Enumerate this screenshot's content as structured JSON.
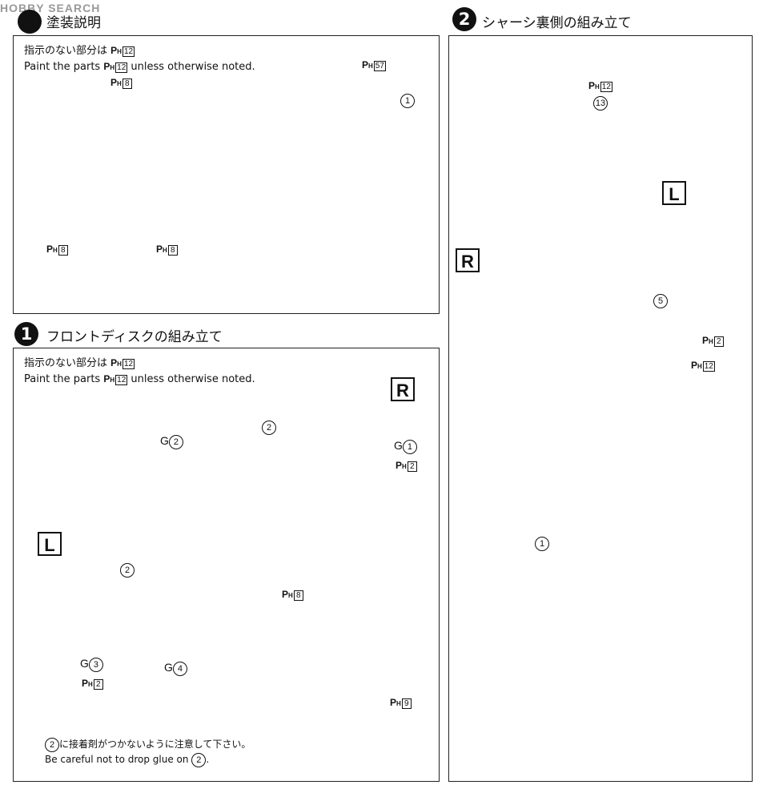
{
  "watermark": {
    "text": "HOBBY SEARCH"
  },
  "paint_section": {
    "title": "塗装説明",
    "note_jp": "指示のない部分は",
    "note_en_prefix": "Paint the parts",
    "note_en_suffix": "unless otherwise noted.",
    "default_paint": "12",
    "swatch_paint": "57",
    "part_number": "1",
    "callouts": [
      "8",
      "8",
      "8"
    ]
  },
  "ph_prefix": {
    "p": "P",
    "h": "H"
  },
  "step1": {
    "number": "1",
    "title": "フロントディスクの組み立て",
    "note_jp": "指示のない部分は",
    "note_en_prefix": "Paint the parts",
    "note_en_suffix": "unless otherwise noted.",
    "default_paint": "12",
    "side_r": "R",
    "side_l": "L",
    "labels": {
      "g2_prefix": "G",
      "g2": "2",
      "g1_prefix": "G",
      "g1": "1",
      "g3_prefix": "G",
      "g3": "3",
      "g4_prefix": "G",
      "g4": "4",
      "pin_r": "2",
      "pin_l": "2"
    },
    "paints": {
      "r_strut": "2",
      "l_strut": "2",
      "detail_disc": "8",
      "detail_caliper": "9"
    },
    "caution_jp_after": "に接着剤がつかないように注意して下さい。",
    "caution_part": "2",
    "caution_en_prefix": "Be careful not to drop glue on",
    "caution_en_suffix": "."
  },
  "step2": {
    "number": "2",
    "title": "シャーシ裏側の組み立て",
    "side_r": "R",
    "side_l": "L",
    "parts": {
      "upper_mount": "13",
      "tie_rod": "5",
      "chassis": "1"
    },
    "paints": {
      "upper_mount": "12",
      "tie_rod": "2",
      "tie_rod_end": "12"
    }
  }
}
